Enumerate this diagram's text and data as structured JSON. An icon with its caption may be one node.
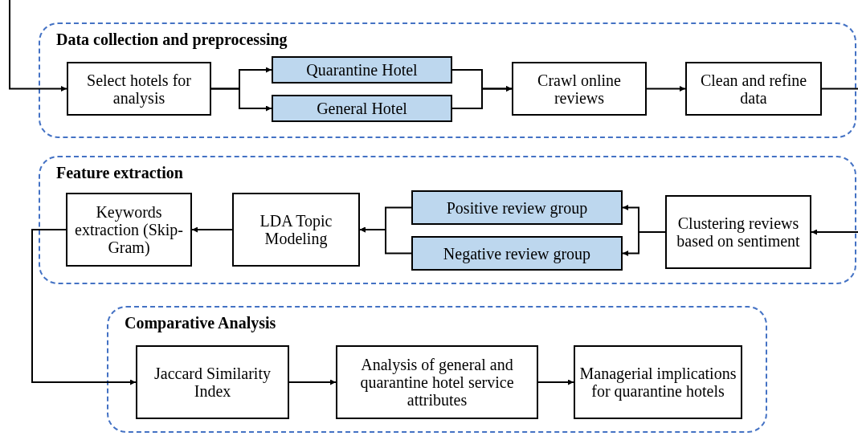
{
  "diagram": {
    "nodes": [
      {
        "text": [
          "Data collection and preprocessing"
        ]
      },
      {
        "text": [
          "Select hotels for analysis"
        ],
        "in": 0
      },
      {
        "text": [
          "Quarantine Hotel"
        ],
        "in": 0
      },
      {
        "text": [
          "General Hotel"
        ],
        "in": 0
      },
      {
        "text": [
          "Crawl online reviews"
        ],
        "in": 0
      },
      {
        "text": [
          "Clean and refine data"
        ],
        "in": 0
      },
      {
        "text": [
          "Feature extraction"
        ]
      },
      {
        "text": [
          "Keywords extraction (Skip-Gram)"
        ],
        "in": 6
      },
      {
        "text": [
          "LDA Topic Modeling"
        ],
        "in": 6
      },
      {
        "text": [
          "Positive review group"
        ],
        "in": 6
      },
      {
        "text": [
          "Negative review group"
        ],
        "in": 6
      },
      {
        "text": [
          "Clustering reviews based on sentiment"
        ],
        "in": 6
      },
      {
        "text": [
          "Comparative Analysis"
        ]
      },
      {
        "text": [
          "Jaccard Similarity Index"
        ],
        "in": 12
      },
      {
        "text": [
          "Analysis of general and quarantine hotel service attributes"
        ],
        "in": 12
      },
      {
        "text": [
          "Managerial implications for quarantine hotels"
        ],
        "in": 12
      }
    ],
    "edges": [
      {
        "from": null,
        "to": 1,
        "arrow": "to"
      },
      {
        "from": 1,
        "to": 2,
        "arrow": "to"
      },
      {
        "from": 1,
        "to": 3,
        "arrow": "to"
      },
      {
        "from": 2,
        "to": 4,
        "arrow": "to"
      },
      {
        "from": 3,
        "to": 4,
        "arrow": "to"
      },
      {
        "from": 4,
        "to": 5,
        "arrow": "to"
      },
      {
        "from": 5,
        "to": null,
        "arrow": "none"
      },
      {
        "from": null,
        "to": 11,
        "arrow": "to"
      },
      {
        "from": 11,
        "to": 9,
        "arrow": "to"
      },
      {
        "from": 11,
        "to": 10,
        "arrow": "to"
      },
      {
        "from": 9,
        "to": 8,
        "arrow": "to"
      },
      {
        "from": 10,
        "to": 8,
        "arrow": "to"
      },
      {
        "from": 8,
        "to": 7,
        "arrow": "to"
      },
      {
        "from": 7,
        "to": 13,
        "arrow": "to"
      },
      {
        "from": 13,
        "to": 14,
        "arrow": "to"
      },
      {
        "from": 14,
        "to": 15,
        "arrow": "to"
      }
    ]
  }
}
